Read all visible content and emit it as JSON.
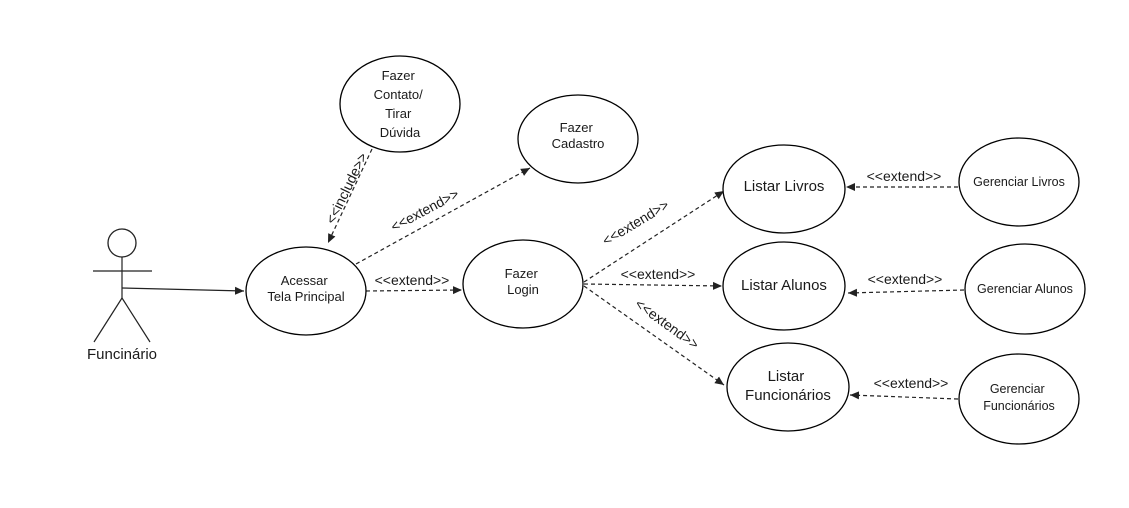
{
  "actor": {
    "label": "Funcinário"
  },
  "use_cases": {
    "contato": [
      "Fazer",
      "Contato/",
      "Tirar",
      "Dúvida"
    ],
    "cadastro": [
      "Fazer",
      "Cadastro"
    ],
    "principal": [
      "Acessar",
      "Tela Principal"
    ],
    "login": [
      "Fazer",
      "Login"
    ],
    "livros": [
      "Listar Livros"
    ],
    "alunos": [
      "Listar Alunos"
    ],
    "funcionarios": [
      "Listar",
      "Funcionários"
    ],
    "ger_livros": [
      "Gerenciar Livros"
    ],
    "ger_alunos": [
      "Gerenciar Alunos"
    ],
    "ger_funcionarios": [
      "Gerenciar",
      "Funcionários"
    ]
  },
  "relations": {
    "include": "<<include>>",
    "extend": "<<extend>>"
  }
}
